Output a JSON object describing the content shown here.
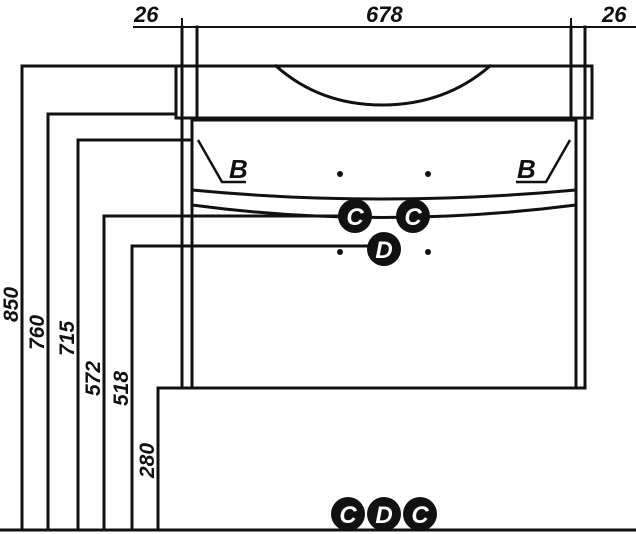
{
  "dimensions": {
    "top": [
      "26",
      "678",
      "26"
    ],
    "heights": [
      "850",
      "760",
      "715",
      "572",
      "518",
      "280"
    ]
  },
  "labels": {
    "left_b": "B",
    "right_b": "B"
  },
  "fixtures": {
    "upper_c_left": "C",
    "upper_c_right": "C",
    "upper_d": "D",
    "floor_c_left": "C",
    "floor_d": "D",
    "floor_c_right": "C"
  }
}
